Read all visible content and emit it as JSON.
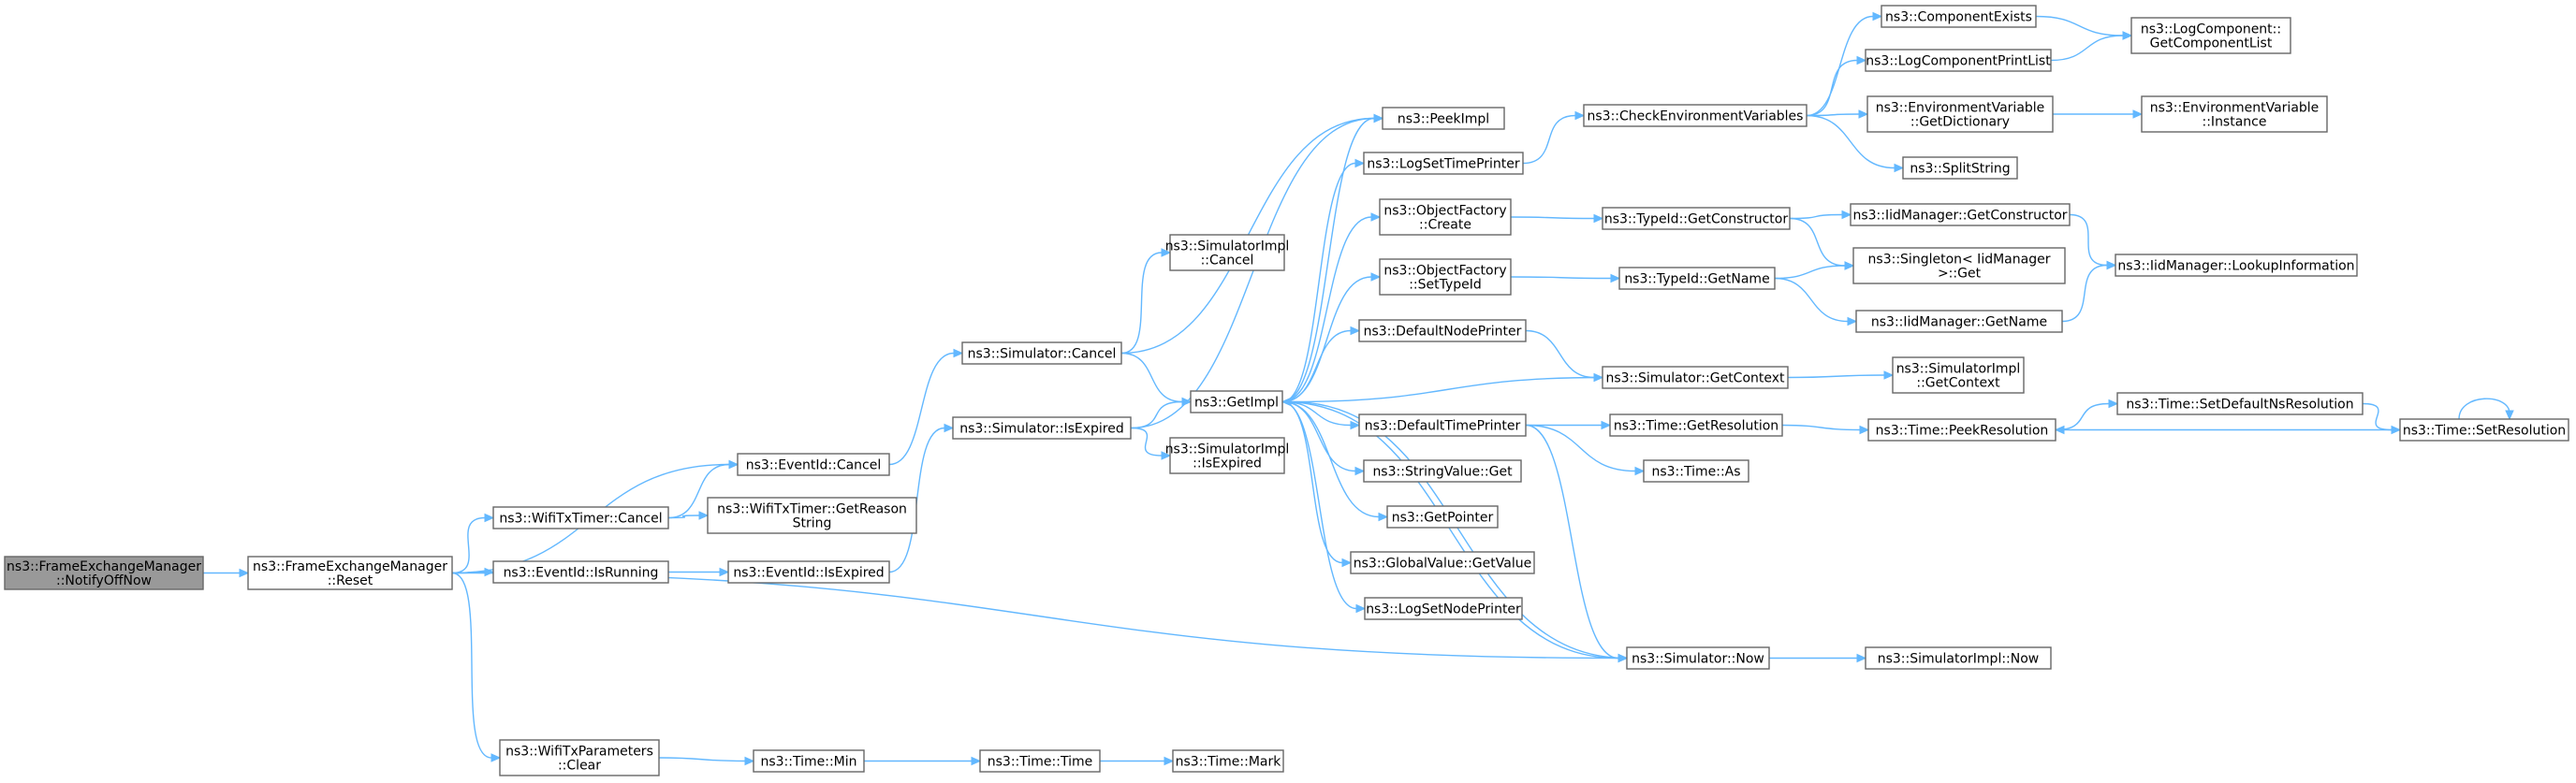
{
  "title": "",
  "nodes": [
    {
      "id": "root",
      "lines": [
        "ns3::FrameExchangeManager",
        "::NotifyOffNow"
      ],
      "root": true
    },
    {
      "id": "reset",
      "lines": [
        "ns3::FrameExchangeManager",
        "::Reset"
      ]
    },
    {
      "id": "wttCancel",
      "lines": [
        "ns3::WifiTxTimer::Cancel"
      ]
    },
    {
      "id": "eidIsRunning",
      "lines": [
        "ns3::EventId::IsRunning"
      ]
    },
    {
      "id": "wtpClear",
      "lines": [
        "ns3::WifiTxParameters",
        "::Clear"
      ]
    },
    {
      "id": "eidCancel",
      "lines": [
        "ns3::EventId::Cancel"
      ]
    },
    {
      "id": "wttReason",
      "lines": [
        "ns3::WifiTxTimer::GetReason",
        "String"
      ]
    },
    {
      "id": "eidIsExpired",
      "lines": [
        "ns3::EventId::IsExpired"
      ]
    },
    {
      "id": "timeMin",
      "lines": [
        "ns3::Time::Min"
      ]
    },
    {
      "id": "simCancel",
      "lines": [
        "ns3::Simulator::Cancel"
      ]
    },
    {
      "id": "simIsExpired",
      "lines": [
        "ns3::Simulator::IsExpired"
      ]
    },
    {
      "id": "timeTime",
      "lines": [
        "ns3::Time::Time"
      ]
    },
    {
      "id": "simImplCancel",
      "lines": [
        "ns3::SimulatorImpl",
        "::Cancel"
      ]
    },
    {
      "id": "getImpl",
      "lines": [
        "ns3::GetImpl"
      ]
    },
    {
      "id": "simImplIsExpired",
      "lines": [
        "ns3::SimulatorImpl",
        "::IsExpired"
      ]
    },
    {
      "id": "timeMark",
      "lines": [
        "ns3::Time::Mark"
      ]
    },
    {
      "id": "peekImpl",
      "lines": [
        "ns3::PeekImpl"
      ]
    },
    {
      "id": "logSetTimePrinter",
      "lines": [
        "ns3::LogSetTimePrinter"
      ]
    },
    {
      "id": "ofCreate",
      "lines": [
        "ns3::ObjectFactory",
        "::Create"
      ]
    },
    {
      "id": "ofSetTypeId",
      "lines": [
        "ns3::ObjectFactory",
        "::SetTypeId"
      ]
    },
    {
      "id": "defaultNodePrinter",
      "lines": [
        "ns3::DefaultNodePrinter"
      ]
    },
    {
      "id": "defaultTimePrinter",
      "lines": [
        "ns3::DefaultTimePrinter"
      ]
    },
    {
      "id": "stringValueGet",
      "lines": [
        "ns3::StringValue::Get"
      ]
    },
    {
      "id": "getPointer",
      "lines": [
        "ns3::GetPointer"
      ]
    },
    {
      "id": "globalValueGetValue",
      "lines": [
        "ns3::GlobalValue::GetValue"
      ]
    },
    {
      "id": "logSetNodePrinter",
      "lines": [
        "ns3::LogSetNodePrinter"
      ]
    },
    {
      "id": "checkEnv",
      "lines": [
        "ns3::CheckEnvironmentVariables"
      ]
    },
    {
      "id": "typeIdGetConstructor",
      "lines": [
        "ns3::TypeId::GetConstructor"
      ]
    },
    {
      "id": "typeIdGetName",
      "lines": [
        "ns3::TypeId::GetName"
      ]
    },
    {
      "id": "simGetContext",
      "lines": [
        "ns3::Simulator::GetContext"
      ]
    },
    {
      "id": "timeGetResolution",
      "lines": [
        "ns3::Time::GetResolution"
      ]
    },
    {
      "id": "timeAs",
      "lines": [
        "ns3::Time::As"
      ]
    },
    {
      "id": "simNow",
      "lines": [
        "ns3::Simulator::Now"
      ]
    },
    {
      "id": "componentExists",
      "lines": [
        "ns3::ComponentExists"
      ]
    },
    {
      "id": "logComponentPrintList",
      "lines": [
        "ns3::LogComponentPrintList"
      ]
    },
    {
      "id": "envVarGetDictionary",
      "lines": [
        "ns3::EnvironmentVariable",
        "::GetDictionary"
      ]
    },
    {
      "id": "splitString",
      "lines": [
        "ns3::SplitString"
      ]
    },
    {
      "id": "iidGetConstructor",
      "lines": [
        "ns3::IidManager::GetConstructor"
      ]
    },
    {
      "id": "singletonGet",
      "lines": [
        "ns3::Singleton< IidManager",
        ">::Get"
      ]
    },
    {
      "id": "iidGetName",
      "lines": [
        "ns3::IidManager::GetName"
      ]
    },
    {
      "id": "simImplGetContext",
      "lines": [
        "ns3::SimulatorImpl",
        "::GetContext"
      ]
    },
    {
      "id": "timePeekResolution",
      "lines": [
        "ns3::Time::PeekResolution"
      ]
    },
    {
      "id": "simImplNow",
      "lines": [
        "ns3::SimulatorImpl::Now"
      ]
    },
    {
      "id": "logCompGetList",
      "lines": [
        "ns3::LogComponent::",
        "GetComponentList"
      ]
    },
    {
      "id": "envVarInstance",
      "lines": [
        "ns3::EnvironmentVariable",
        "::Instance"
      ]
    },
    {
      "id": "iidLookup",
      "lines": [
        "ns3::IidManager::LookupInformation"
      ]
    },
    {
      "id": "timeSetDefaultNs",
      "lines": [
        "ns3::Time::SetDefaultNsResolution"
      ]
    },
    {
      "id": "timeSetResolution",
      "lines": [
        "ns3::Time::SetResolution"
      ]
    }
  ],
  "edges": [
    [
      "root",
      "reset"
    ],
    [
      "reset",
      "eidCancel"
    ],
    [
      "reset",
      "wttCancel"
    ],
    [
      "reset",
      "eidIsRunning"
    ],
    [
      "reset",
      "simNow"
    ],
    [
      "reset",
      "wtpClear"
    ],
    [
      "wttCancel",
      "eidCancel"
    ],
    [
      "wttCancel",
      "wttReason"
    ],
    [
      "eidIsRunning",
      "eidIsExpired"
    ],
    [
      "eidIsExpired",
      "simIsExpired"
    ],
    [
      "eidCancel",
      "simCancel"
    ],
    [
      "wtpClear",
      "timeMin"
    ],
    [
      "timeMin",
      "timeTime"
    ],
    [
      "timeTime",
      "timeMark"
    ],
    [
      "simCancel",
      "simImplCancel"
    ],
    [
      "simCancel",
      "getImpl"
    ],
    [
      "simCancel",
      "peekImpl"
    ],
    [
      "simIsExpired",
      "getImpl"
    ],
    [
      "simIsExpired",
      "simImplIsExpired"
    ],
    [
      "simIsExpired",
      "peekImpl"
    ],
    [
      "getImpl",
      "peekImpl"
    ],
    [
      "getImpl",
      "logSetTimePrinter"
    ],
    [
      "getImpl",
      "ofCreate"
    ],
    [
      "getImpl",
      "ofSetTypeId"
    ],
    [
      "getImpl",
      "defaultNodePrinter"
    ],
    [
      "getImpl",
      "defaultTimePrinter"
    ],
    [
      "getImpl",
      "stringValueGet"
    ],
    [
      "getImpl",
      "getPointer"
    ],
    [
      "getImpl",
      "globalValueGetValue"
    ],
    [
      "getImpl",
      "logSetNodePrinter"
    ],
    [
      "getImpl",
      "simNow"
    ],
    [
      "simGetContext",
      "getImpl"
    ],
    [
      "simNow",
      "getImpl"
    ],
    [
      "logSetTimePrinter",
      "checkEnv"
    ],
    [
      "checkEnv",
      "componentExists"
    ],
    [
      "checkEnv",
      "logComponentPrintList"
    ],
    [
      "checkEnv",
      "envVarGetDictionary"
    ],
    [
      "checkEnv",
      "splitString"
    ],
    [
      "componentExists",
      "logCompGetList"
    ],
    [
      "logComponentPrintList",
      "logCompGetList"
    ],
    [
      "envVarGetDictionary",
      "envVarInstance"
    ],
    [
      "ofCreate",
      "typeIdGetConstructor"
    ],
    [
      "typeIdGetConstructor",
      "iidGetConstructor"
    ],
    [
      "typeIdGetConstructor",
      "singletonGet"
    ],
    [
      "iidGetConstructor",
      "iidLookup"
    ],
    [
      "ofSetTypeId",
      "typeIdGetName"
    ],
    [
      "typeIdGetName",
      "singletonGet"
    ],
    [
      "typeIdGetName",
      "iidGetName"
    ],
    [
      "iidGetName",
      "iidLookup"
    ],
    [
      "defaultNodePrinter",
      "simGetContext"
    ],
    [
      "simGetContext",
      "simImplGetContext"
    ],
    [
      "defaultTimePrinter",
      "timeGetResolution"
    ],
    [
      "defaultTimePrinter",
      "timeAs"
    ],
    [
      "defaultTimePrinter",
      "simNow"
    ],
    [
      "timeGetResolution",
      "timePeekResolution"
    ],
    [
      "timePeekResolution",
      "timeSetDefaultNs"
    ],
    [
      "timeSetDefaultNs",
      "timeSetResolution"
    ],
    [
      "timeSetResolution",
      "timePeekResolution"
    ],
    [
      "timeSetResolution",
      "timeSetResolution"
    ],
    [
      "simNow",
      "simImplNow"
    ]
  ]
}
